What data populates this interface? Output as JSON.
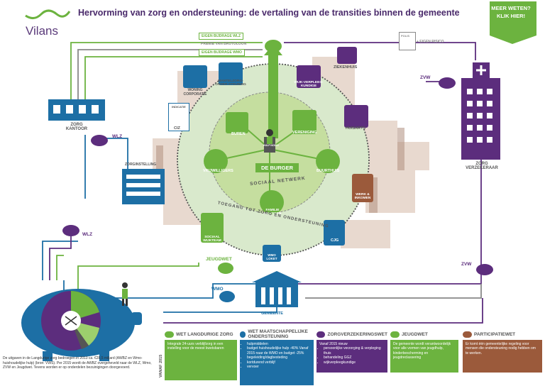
{
  "title": "Hervorming van zorg en ondersteuning: de vertaling van de transities binnen de gemeente",
  "logo": "Vilans",
  "meer_weten": "MEER WETEN? KLIK HIER!",
  "top_tags": {
    "eigen_bijdrage_wlz": "EIGEN BIJDRAGE WLZ",
    "premie": "PREMIE VAN BRUTOLOON",
    "eigen_bijdrage_wmo": "EIGEN BIJDRAGE WMO"
  },
  "polis": "POLIS",
  "eigen_risico": "+ EIGEN RISICO",
  "nodes": {
    "zorgkantoor": "ZORG KANTOOR",
    "zorginstelling": "ZORGINSTELLING",
    "ciz": "CIZ",
    "indicatie": "INDICATIE",
    "woningcorporatie": "WONING CORPORATIE",
    "mantelzorg": "MANTELZORG-ONDER-STEUNING",
    "wijkverpleegkundige": "WIJK-VERPLEEG-KUNDIGE",
    "ziekenhuis": "ZIEKENHUIS",
    "huisarts": "HUISARTS",
    "buren": "BUREN",
    "vereniging": "VERENIGING",
    "vrijwilligers": "VRIJWILLIGERS",
    "buurthuis": "BUURTHUIS",
    "werk_inkomen": "WERK & INKOMEN",
    "familie": "FAMILIE VRIENDEN",
    "sociaal_wijkteam": "SOCIAAL WIJKTEAM",
    "cjg": "CJG",
    "wmo_loket": "WMO LOKET",
    "gemeente": "GEMEENTE",
    "zorgverzekeraar": "ZORG VERZEKERAAR",
    "de_burger": "DE BURGER",
    "hulp": "HULP NODIG",
    "sociaal_netwerk": "SOCIAAL NETWERK",
    "toegang": "TOEGANG TOT ZORG EN ONDERSTEUNING"
  },
  "flows": {
    "wlz1": "WLZ",
    "wlz2": "WLZ",
    "zvw1": "ZVW",
    "zvw2": "ZVW",
    "jeugdwet": "JEUGDWET",
    "wmo": "WMO"
  },
  "vanaf": "VANAF 2015",
  "columns": [
    {
      "head": "WET LANGDURIGE ZORG",
      "color": "#6cb33f",
      "body": [
        "Integrale 24-uurs verblijfzorg in een instelling voor de meest kwetsbaren"
      ],
      "bullets": false
    },
    {
      "head": "WET MAATSCHAPPELIJKE ONDERSTEUNING",
      "color": "#1d6fa5",
      "body": [
        "hulpmiddelen",
        "budget huishoudelijke hulp -40% Vanaf 2015 naar de WMO en budget -25%",
        "begeleiding/dagbesteding",
        "kortdurend verblijf",
        "vervoer"
      ],
      "bullets": true
    },
    {
      "head": "ZORGVERZEKERINGSWET",
      "color": "#5c2d7d",
      "body": [
        "Vanaf 2015 nieuw",
        "persoonlijke verzorging & verpleging thuis",
        "behandeling GGZ",
        "wijkverpleegkundige"
      ],
      "bullets": true
    },
    {
      "head": "JEUGDWET",
      "color": "#6cb33f",
      "body": [
        "De gemeente wordt verantwoordelijk voor alle vormen van jeugdhulp, kinderbescherming en jeugdreclassering"
      ],
      "bullets": false
    },
    {
      "head": "PARTICIPATIEWET",
      "color": "#9b5a3b",
      "body": [
        "Er komt één gemeentelijke regeling voor mensen die ondersteuning nodig hebben om te werken."
      ],
      "bullets": false
    }
  ],
  "disclaimer": "De uitgaven in de Langdurige zorg bedroegen in 2013 ca. €28,5 miljard (AWBZ en Wmo-huishoudelijke hulp) (bron: VWS). Per 2015 wordt de AWBZ overgeheveld naar de WLZ, Wmo, ZVW en Jeugdwet. Tevens worden er op onderdelen bezuinigingen doorgevoerd.",
  "colors": {
    "purple": "#5c2d7d",
    "green": "#6cb33f",
    "blue": "#1d6fa5",
    "brown": "#9b5a3b"
  }
}
